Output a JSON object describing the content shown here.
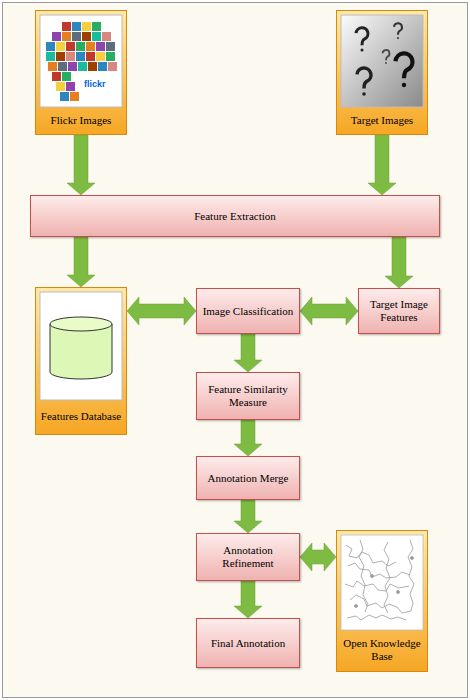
{
  "diagram": {
    "nodes": [
      {
        "text": [
          "Flickr Images"
        ]
      },
      {
        "text": [
          "Target Images"
        ]
      },
      {
        "text": [
          "Feature Extraction"
        ]
      },
      {
        "text": [
          "Features Database"
        ]
      },
      {
        "text": [
          "Image Classification"
        ]
      },
      {
        "text": [
          "Target Image Features"
        ]
      },
      {
        "text": [
          "Feature Similarity Measure"
        ]
      },
      {
        "text": [
          "Annotation Merge"
        ]
      },
      {
        "text": [
          "Annotation Refinement"
        ]
      },
      {
        "text": [
          "Open Knowledge Base"
        ]
      },
      {
        "text": [
          "Final Annotation"
        ]
      }
    ],
    "edges": [
      {
        "from": 0,
        "to": 2,
        "arrow": "to"
      },
      {
        "from": 1,
        "to": 2,
        "arrow": "to"
      },
      {
        "from": 2,
        "to": 3,
        "arrow": "to"
      },
      {
        "from": 2,
        "to": 5,
        "arrow": "to"
      },
      {
        "from": 3,
        "to": 4,
        "arrow": "both"
      },
      {
        "from": 4,
        "to": 5,
        "arrow": "both"
      },
      {
        "from": 4,
        "to": 6,
        "arrow": "to"
      },
      {
        "from": 6,
        "to": 7,
        "arrow": "to"
      },
      {
        "from": 7,
        "to": 8,
        "arrow": "to"
      },
      {
        "from": 8,
        "to": 9,
        "arrow": "both"
      },
      {
        "from": 8,
        "to": 10,
        "arrow": "to"
      }
    ],
    "labels": [
      "flickr"
    ]
  }
}
